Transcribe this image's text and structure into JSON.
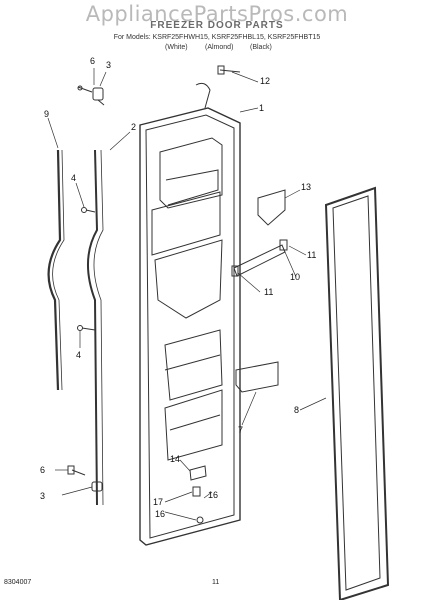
{
  "watermark": "AppliancePartsPros.com",
  "header": {
    "title": "FREEZER DOOR PARTS",
    "models": "For Models: KSRF25FHWH15, KSRF25FHBL15, KSRF25FHBT15",
    "colors": [
      "(White)",
      "(Almond)",
      "(Black)"
    ]
  },
  "callouts": {
    "c1": "1",
    "c2": "2",
    "c3a": "3",
    "c3b": "3",
    "c4a": "4",
    "c4b": "4",
    "c6a": "6",
    "c6b": "6",
    "c7": "7",
    "c8": "8",
    "c9": "9",
    "c10": "10",
    "c11a": "11",
    "c11b": "11",
    "c12": "12",
    "c13": "13",
    "c14": "14",
    "c16a": "16",
    "c16b": "16",
    "c17": "17"
  },
  "footer": {
    "doc_number": "8304007",
    "page_number": "11"
  }
}
